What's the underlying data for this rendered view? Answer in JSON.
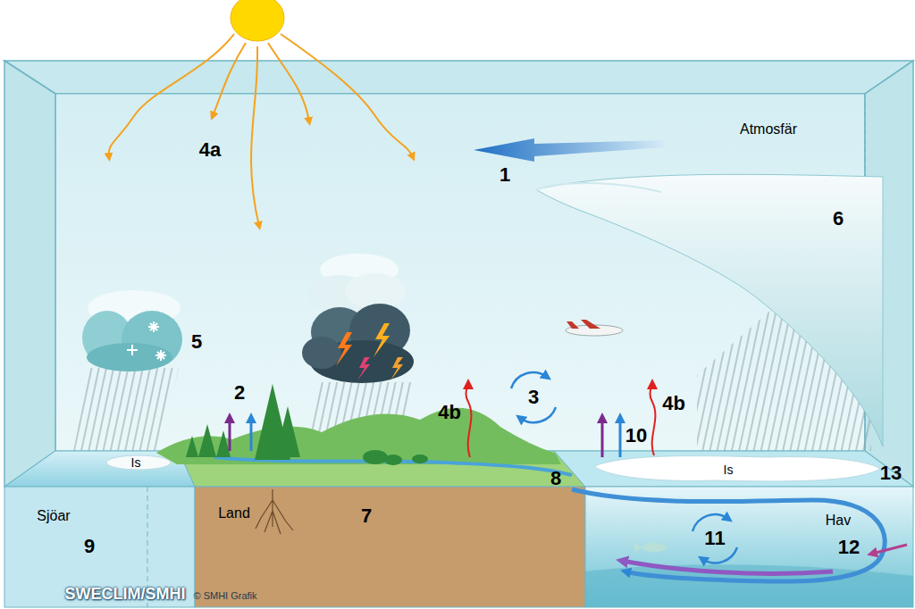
{
  "diagram": {
    "nodes": [
      {
        "text": [
          "Sjöar",
          "9"
        ]
      },
      {
        "text": [
          "Land",
          "7"
        ]
      },
      {
        "text": [
          "Hav",
          "12",
          "11"
        ]
      }
    ],
    "labels": [
      "4a",
      "1",
      "Atmosfär",
      "6",
      "5",
      "2",
      "4b",
      "3",
      "4b",
      "10",
      "Is",
      "Is",
      "8",
      "13",
      "SWECLIM/SMHI",
      "© SMHI Grafik"
    ]
  }
}
